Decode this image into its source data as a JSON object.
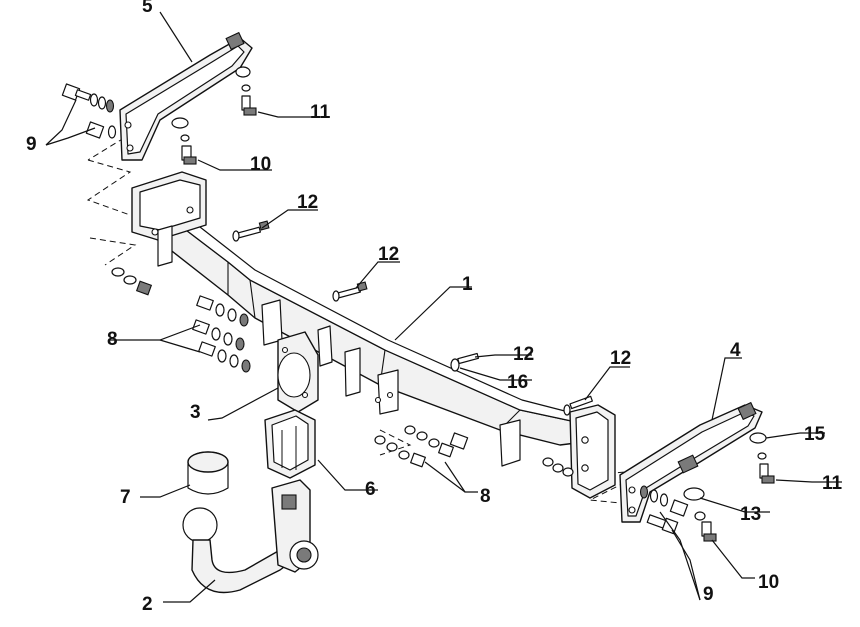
{
  "callouts": {
    "c1": "1",
    "c2": "2",
    "c3": "3",
    "c4": "4",
    "c5": "5",
    "c6": "6",
    "c7": "7",
    "c8a": "8",
    "c8b": "8",
    "c9a": "9",
    "c9b": "9",
    "c10a": "10",
    "c10b": "10",
    "c11a": "11",
    "c11b": "11",
    "c12a": "12",
    "c12b": "12",
    "c12c": "12",
    "c12d": "12",
    "c13": "13",
    "c15": "15",
    "c16": "16"
  }
}
